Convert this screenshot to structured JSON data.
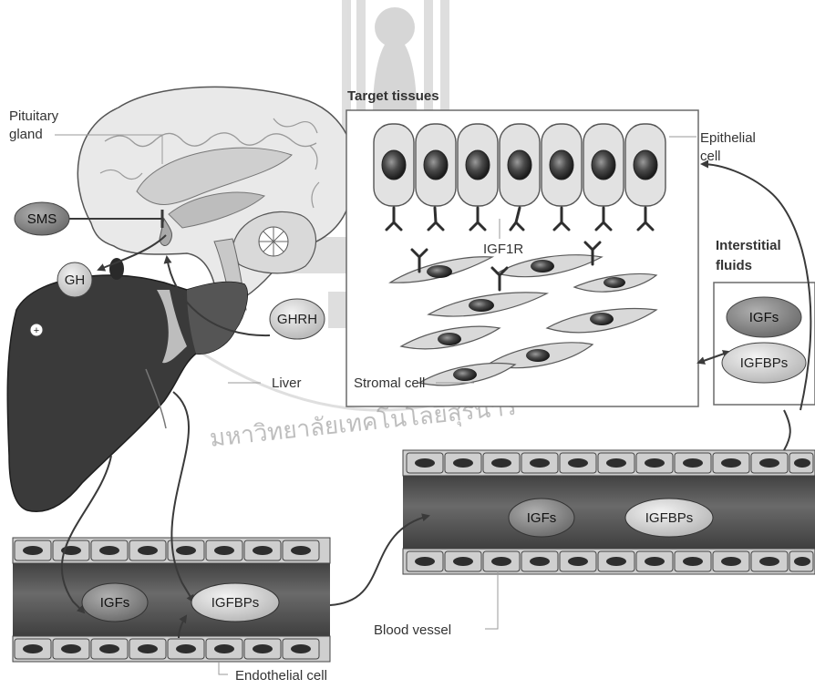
{
  "diagram": {
    "labels": {
      "pituitary_line1": "Pituitary",
      "pituitary_line2": "gland",
      "target_tissues": "Target tissues",
      "epithelial_line1": "Epithelial",
      "epithelial_line2": "cell",
      "igf1r": "IGF1R",
      "interstitial_line1": "Interstitial",
      "interstitial_line2": "fluids",
      "liver": "Liver",
      "stromal_cell": "Stromal cell",
      "blood_vessel": "Blood vessel",
      "endothelial_cell": "Endothelial cell"
    },
    "pills": {
      "sms": "SMS",
      "gh": "GH",
      "plus": "+",
      "ghrh": "GHRH",
      "igfs": "IGFs",
      "igfbps": "IGFBPs"
    },
    "watermark": "มหาวิทยาลัยเทคโนโลยีสุรนารี"
  },
  "colors": {
    "dark_fill": "#3a3a3a",
    "mid_fill": "#8a8a8a",
    "light_fill": "#d8d8d8",
    "line": "#4a4a4a",
    "watermark": "#9a9a9a"
  }
}
